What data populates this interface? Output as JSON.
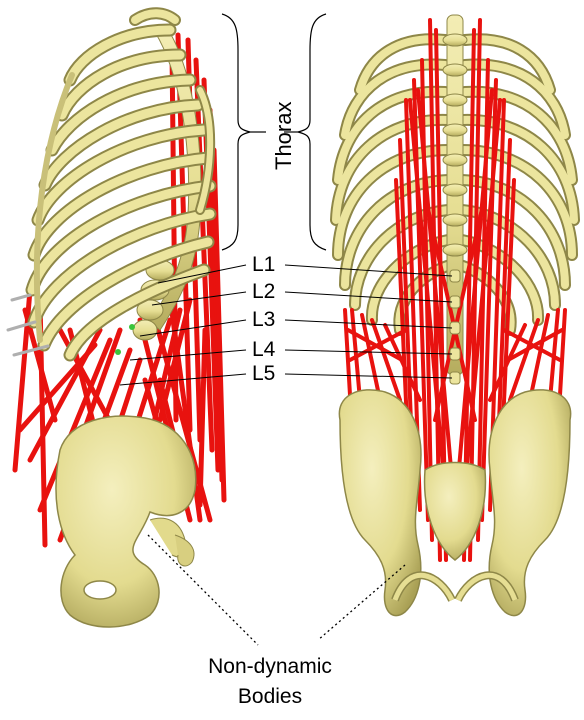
{
  "labels": {
    "thorax": "Thorax",
    "vertebrae": [
      "L1",
      "L2",
      "L3",
      "L4",
      "L5"
    ],
    "non_dynamic_line1": "Non-dynamic",
    "non_dynamic_line2": "Bodies"
  },
  "colors": {
    "bone": "#ECE59E",
    "bone_shade": "#B7AE62",
    "bone_dark": "#8E8748",
    "muscle": "#E8120F",
    "muscle_dark": "#A50A08",
    "background": "#FFFFFF"
  },
  "icons": [
    "lateral-skeleton-view",
    "posterior-skeleton-view"
  ]
}
